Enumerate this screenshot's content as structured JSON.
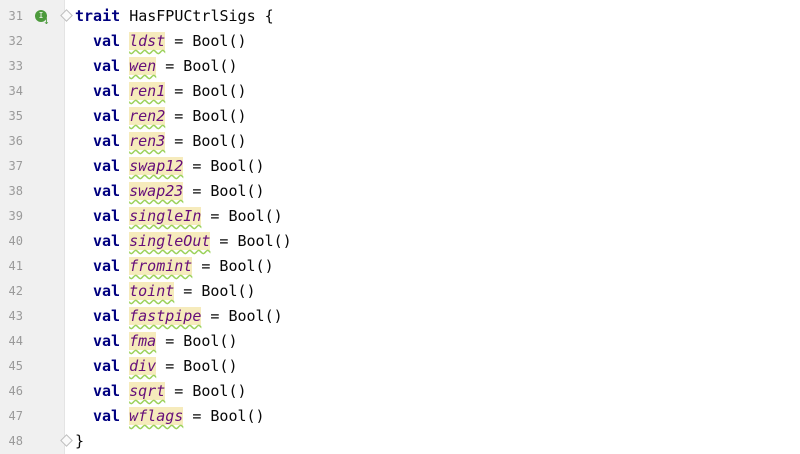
{
  "editor": {
    "header": {
      "line_number": "31",
      "keyword": "trait",
      "name": "HasFPUCtrlSigs",
      "brace": "{"
    },
    "fields": [
      {
        "line_number": "32",
        "keyword": "val",
        "name": "ldst",
        "rest": " = Bool()"
      },
      {
        "line_number": "33",
        "keyword": "val",
        "name": "wen",
        "rest": " = Bool()"
      },
      {
        "line_number": "34",
        "keyword": "val",
        "name": "ren1",
        "rest": " = Bool()"
      },
      {
        "line_number": "35",
        "keyword": "val",
        "name": "ren2",
        "rest": " = Bool()"
      },
      {
        "line_number": "36",
        "keyword": "val",
        "name": "ren3",
        "rest": " = Bool()"
      },
      {
        "line_number": "37",
        "keyword": "val",
        "name": "swap12",
        "rest": " = Bool()"
      },
      {
        "line_number": "38",
        "keyword": "val",
        "name": "swap23",
        "rest": " = Bool()"
      },
      {
        "line_number": "39",
        "keyword": "val",
        "name": "singleIn",
        "rest": " = Bool()"
      },
      {
        "line_number": "40",
        "keyword": "val",
        "name": "singleOut",
        "rest": " = Bool()"
      },
      {
        "line_number": "41",
        "keyword": "val",
        "name": "fromint",
        "rest": " = Bool()"
      },
      {
        "line_number": "42",
        "keyword": "val",
        "name": "toint",
        "rest": " = Bool()"
      },
      {
        "line_number": "43",
        "keyword": "val",
        "name": "fastpipe",
        "rest": " = Bool()"
      },
      {
        "line_number": "44",
        "keyword": "val",
        "name": "fma",
        "rest": " = Bool()"
      },
      {
        "line_number": "45",
        "keyword": "val",
        "name": "div",
        "rest": " = Bool()"
      },
      {
        "line_number": "46",
        "keyword": "val",
        "name": "sqrt",
        "rest": " = Bool()"
      },
      {
        "line_number": "47",
        "keyword": "val",
        "name": "wflags",
        "rest": " = Bool()"
      }
    ],
    "footer": {
      "line_number": "48",
      "brace": "}"
    },
    "icons": {
      "gutter_marker": "implemented-icon",
      "fold": "fold-marker-icon"
    },
    "colors": {
      "keyword": "#000080",
      "field": "#660e7a",
      "field_highlight": "#f6ebbc",
      "gutter": "#f0f0f0"
    }
  }
}
